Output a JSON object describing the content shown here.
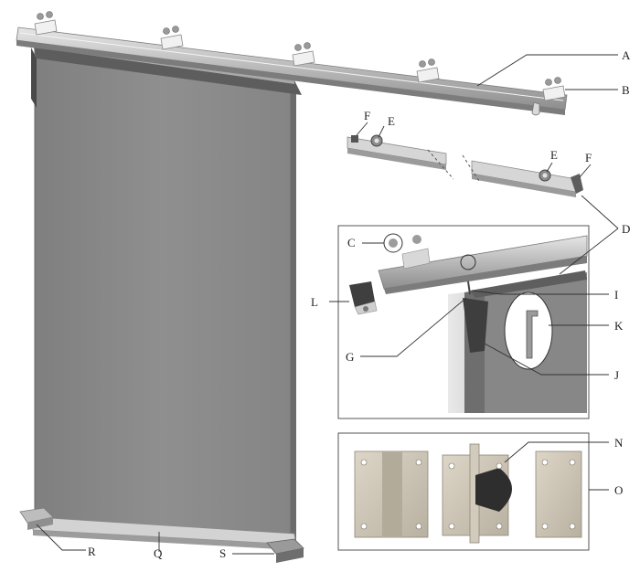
{
  "labels": {
    "A": "A",
    "B": "B",
    "C": "C",
    "D": "D",
    "E": "E",
    "F": "F",
    "G": "G",
    "I": "I",
    "J": "J",
    "K": "K",
    "L": "L",
    "N": "N",
    "O": "O",
    "Q": "Q",
    "R": "R",
    "S": "S"
  },
  "colors": {
    "panel": "#8c8c8c",
    "panel_edge": "#6f6f6f",
    "rail": "#b9b9b9",
    "rail_dark": "#8f8f8f",
    "plate": "#c9c2b4",
    "rubber": "#2d2d2d",
    "line": "#333333"
  }
}
